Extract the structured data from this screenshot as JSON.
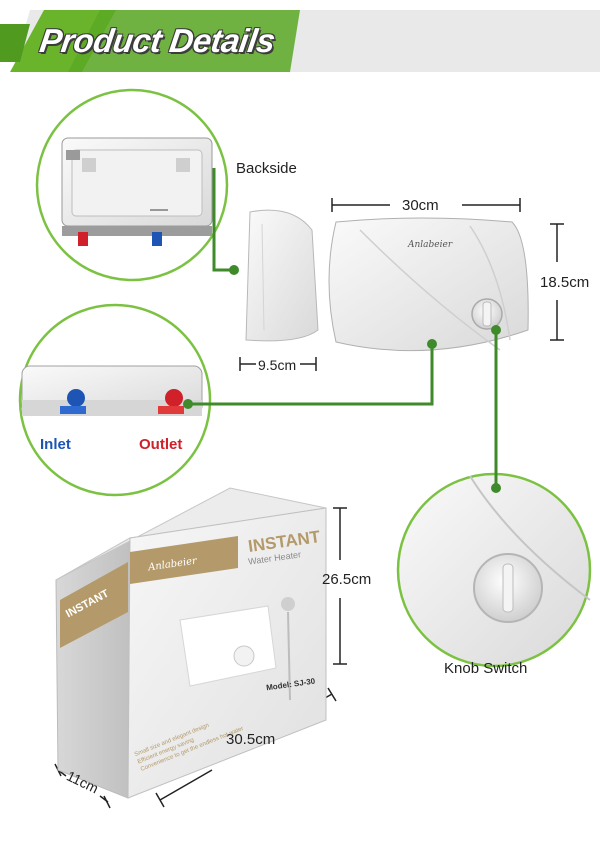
{
  "header": {
    "title": "Product Details"
  },
  "callouts": {
    "backside": "Backside",
    "inlet": "Inlet",
    "outlet": "Outlet",
    "knob_switch": "Knob Switch"
  },
  "dimensions": {
    "unit_width": "30cm",
    "unit_height": "18.5cm",
    "unit_depth": "9.5cm",
    "box_height": "26.5cm",
    "box_width": "30.5cm",
    "box_depth": "11cm"
  },
  "product": {
    "brand": "Anlabeier",
    "box_title": "INSTANT",
    "box_subtitle": "Water Heater",
    "model": "Model: SJ-30",
    "features": [
      "Small size and elegant design",
      "Efficient energy saving",
      "Convenience to get the endless hot water"
    ]
  },
  "colors": {
    "accent_green": "#4f9a1f",
    "leader_green": "#3f8a2a",
    "inlet": "#1e55b4",
    "outlet": "#d0202a",
    "box_gold": "#b49a6a"
  }
}
